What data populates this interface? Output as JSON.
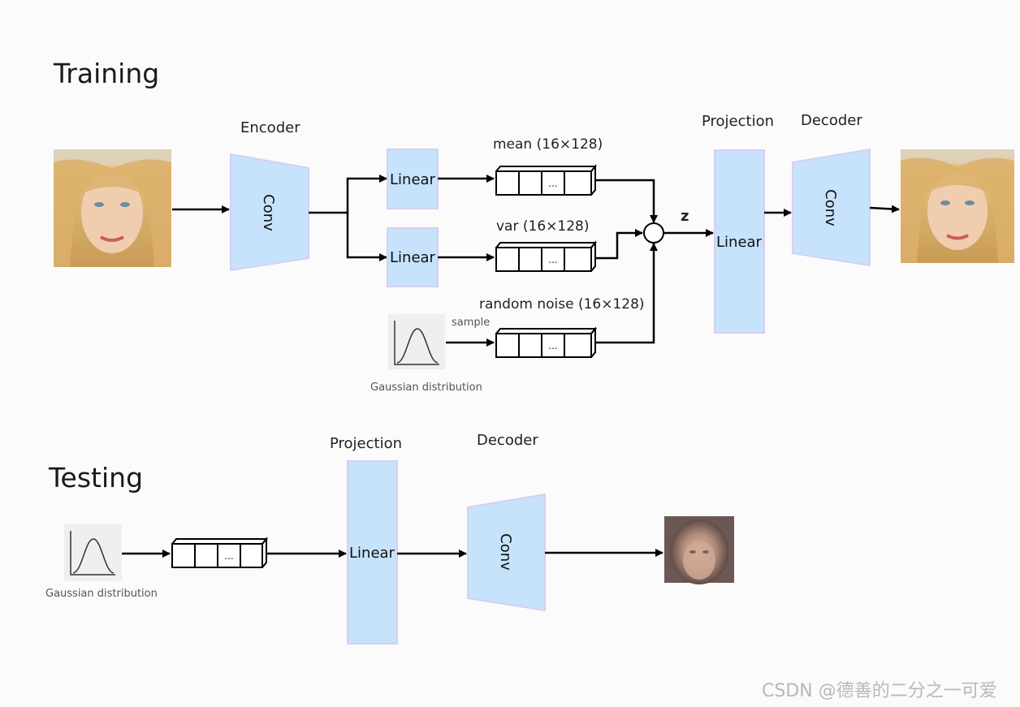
{
  "training": {
    "title": "Training",
    "encoder_label": "Encoder",
    "encoder_block": "Conv",
    "linear_mean": "Linear",
    "linear_var": "Linear",
    "mean_label": "mean (16×128)",
    "var_label": "var (16×128)",
    "noise_label": "random noise (16×128)",
    "sample_label": "sample",
    "gaussian_label": "Gaussian distribution",
    "z_label": "z",
    "projection_label": "Projection",
    "projection_block": "Linear",
    "decoder_label": "Decoder",
    "decoder_block": "Conv",
    "vector_dots": "..."
  },
  "testing": {
    "title": "Testing",
    "gaussian_label": "Gaussian distribution",
    "projection_label": "Projection",
    "projection_block": "Linear",
    "decoder_label": "Decoder",
    "decoder_block": "Conv",
    "vector_dots": "..."
  },
  "watermark": "CSDN @德善的二分之一可爱",
  "colors": {
    "block_fill": "#c6e3fb",
    "block_stroke": "#d6cef5",
    "arrow": "#000000"
  }
}
